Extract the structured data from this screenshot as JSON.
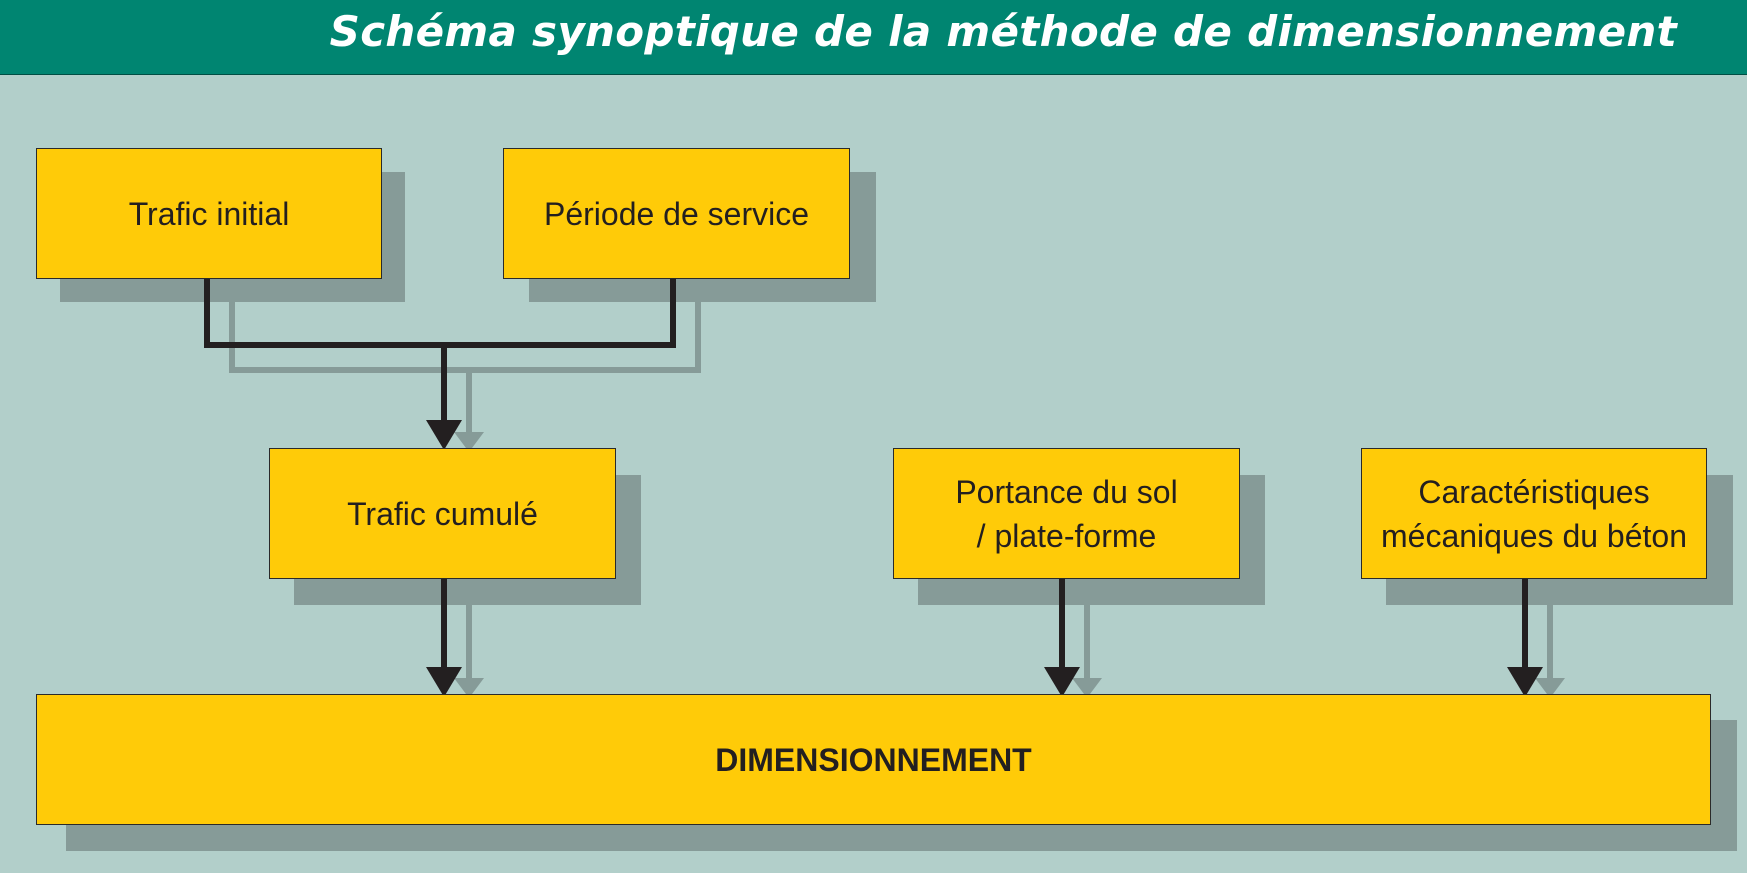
{
  "header": {
    "title": "Schéma synoptique de la méthode de dimensionnement"
  },
  "colors": {
    "header_bg": "#008571",
    "background": "#b2cfca",
    "box_fill": "#ffcb08",
    "shadow": "#869b98",
    "arrow": "#231f20"
  },
  "nodes": {
    "trafic_initial": "Trafic initial",
    "periode_service": "Période de service",
    "trafic_cumule": "Trafic cumulé",
    "portance": "Portance du sol\n/ plate-forme",
    "caracteristiques": "Caractéristiques\nmécaniques du béton",
    "dimensionnement": "DIMENSIONNEMENT"
  },
  "edges": [
    {
      "from": "Trafic initial",
      "to": "Trafic cumulé"
    },
    {
      "from": "Période de service",
      "to": "Trafic cumulé"
    },
    {
      "from": "Trafic cumulé",
      "to": "DIMENSIONNEMENT"
    },
    {
      "from": "Portance du sol / plate-forme",
      "to": "DIMENSIONNEMENT"
    },
    {
      "from": "Caractéristiques mécaniques du béton",
      "to": "DIMENSIONNEMENT"
    }
  ]
}
